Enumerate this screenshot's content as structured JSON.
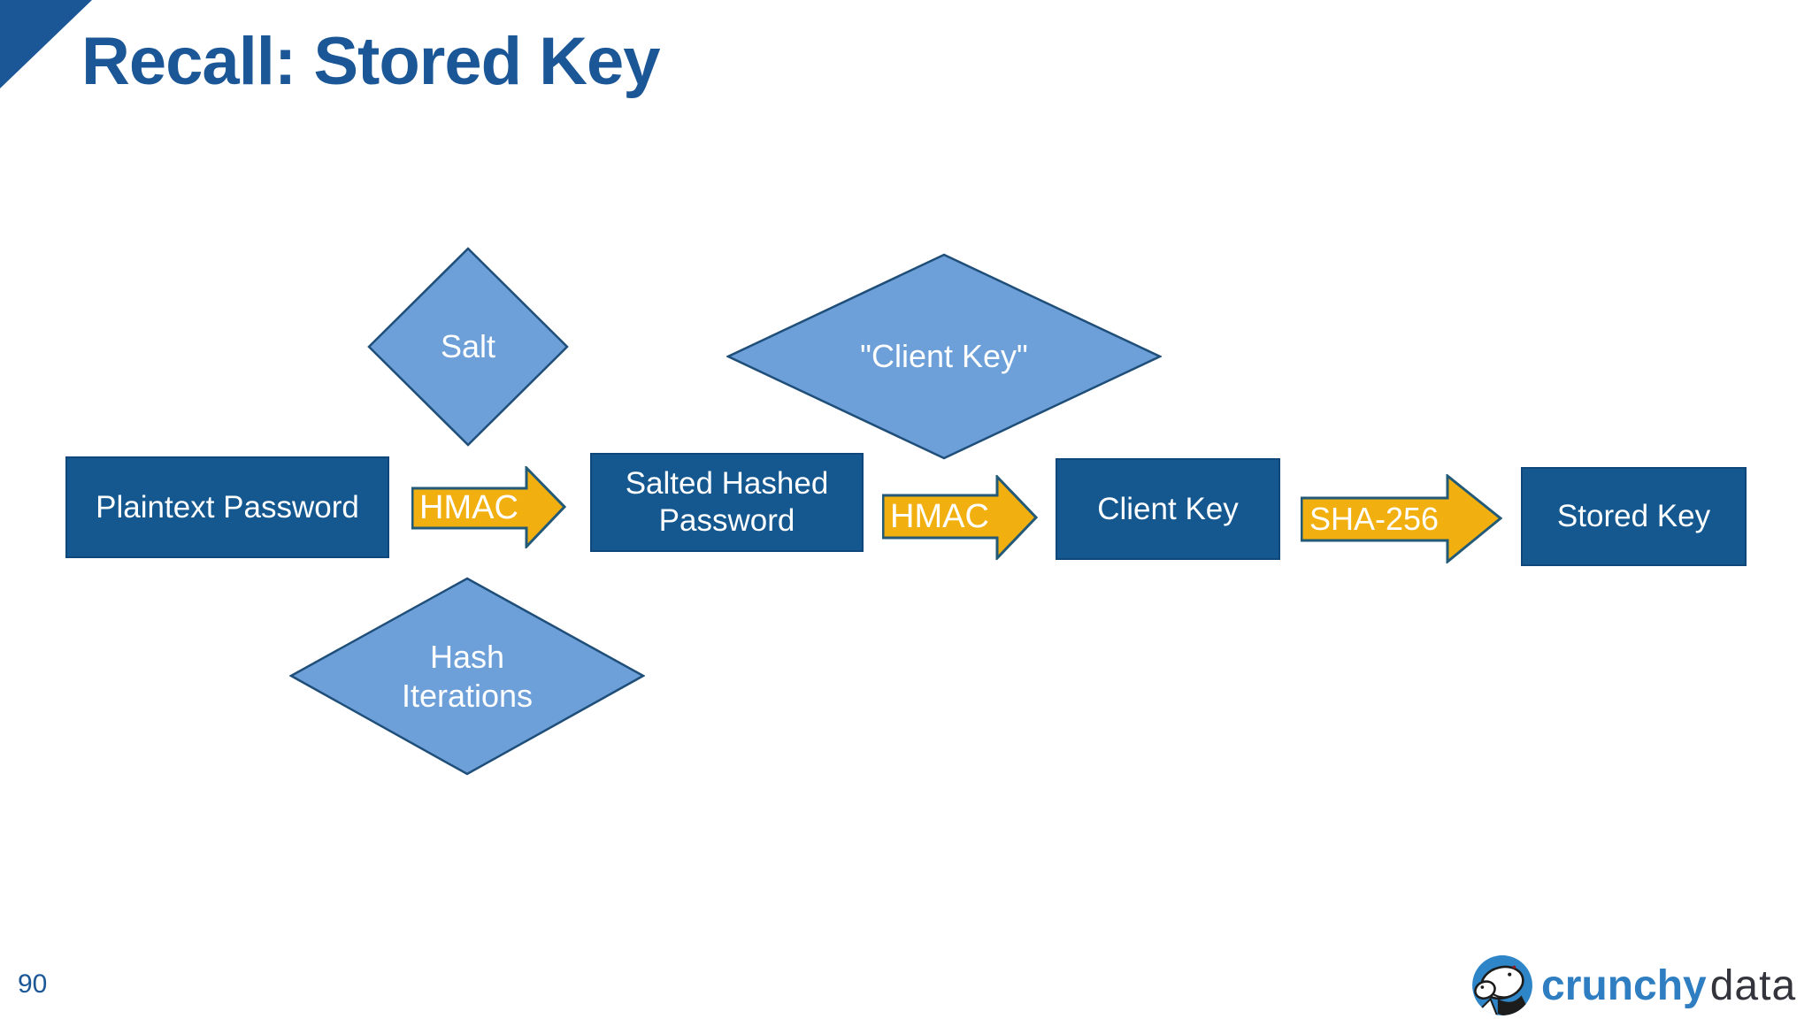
{
  "slide": {
    "title": "Recall: Stored Key",
    "page_number": "90"
  },
  "diagram": {
    "nodes": [
      {
        "id": "plaintext-password",
        "label": "Plaintext Password"
      },
      {
        "id": "salted-hashed-password",
        "label": "Salted Hashed Password"
      },
      {
        "id": "client-key",
        "label": "Client Key"
      },
      {
        "id": "stored-key",
        "label": "Stored Key"
      }
    ],
    "arrows": [
      {
        "id": "hmac-1",
        "label": "HMAC"
      },
      {
        "id": "hmac-2",
        "label": "HMAC"
      },
      {
        "id": "sha-256",
        "label": "SHA-256"
      }
    ],
    "inputs": [
      {
        "id": "salt",
        "label": "Salt"
      },
      {
        "id": "client-key-quoted",
        "label": "\"Client Key\""
      },
      {
        "id": "hash-iterations",
        "label": "Hash Iterations"
      }
    ]
  },
  "logo": {
    "brand_primary": "crunchy",
    "brand_secondary": "data"
  },
  "colors": {
    "title_blue": "#1B5796",
    "box_fill": "#14588F",
    "box_border": "#0F477A",
    "diamond_fill": "#6D9FD8",
    "diamond_stroke": "#1F4E79",
    "arrow_fill": "#F2B010",
    "arrow_stroke": "#235A78",
    "logo_blue": "#2F7EC1",
    "logo_dark": "#33343C"
  }
}
